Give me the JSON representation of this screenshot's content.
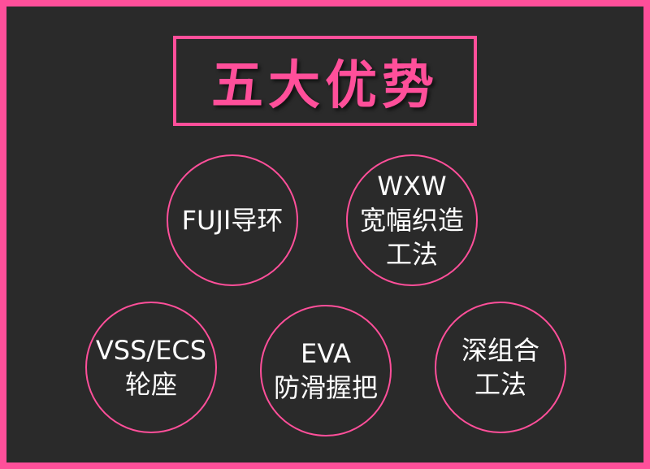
{
  "title": "五大优势",
  "accent_color": "#ff4f9a",
  "background_color": "#2a2a2a",
  "advantages": [
    {
      "lines": [
        "FUJI导环"
      ]
    },
    {
      "lines": [
        "WXW",
        "宽幅织造",
        "工法"
      ]
    },
    {
      "lines": [
        "VSS/ECS",
        "轮座"
      ]
    },
    {
      "lines": [
        "EVA",
        "防滑握把"
      ]
    },
    {
      "lines": [
        "深组合",
        "工法"
      ]
    }
  ]
}
